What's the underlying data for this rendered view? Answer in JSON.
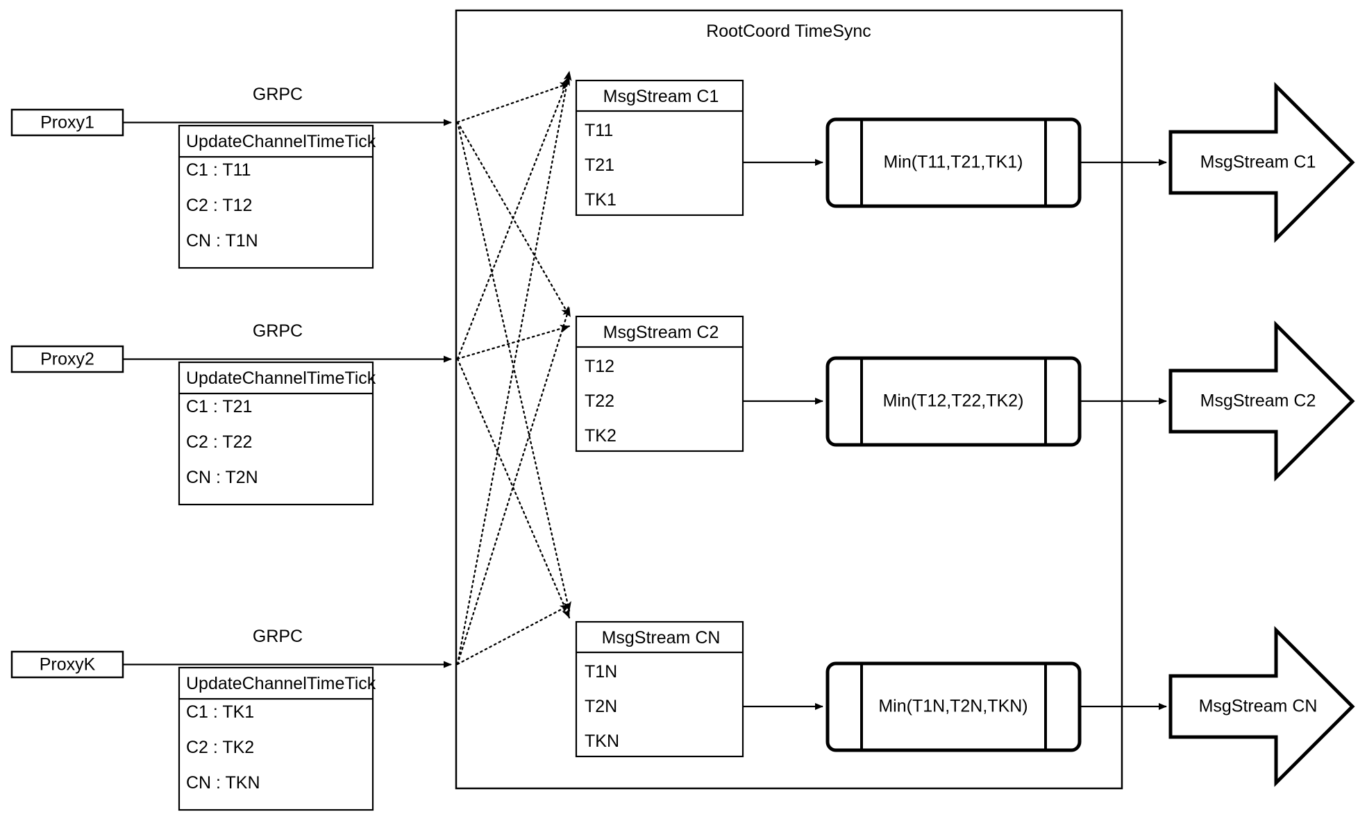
{
  "diagram": {
    "title": "RootCoord TimeSync",
    "container_label": "RootCoord TimeSync",
    "link_label": "GRPC",
    "proxies": [
      {
        "name": "Proxy1",
        "link_label": "GRPC",
        "table_header": "UpdateChannelTimeTick",
        "rows": [
          "C1 :  T11",
          "C2 :  T12",
          "CN : T1N"
        ]
      },
      {
        "name": "Proxy2",
        "link_label": "GRPC",
        "table_header": "UpdateChannelTimeTick",
        "rows": [
          "C1 :  T21",
          "C2 :  T22",
          "CN : T2N"
        ]
      },
      {
        "name": "ProxyK",
        "link_label": "GRPC",
        "table_header": "UpdateChannelTimeTick",
        "rows": [
          "C1 :  TK1",
          "C2 :  TK2",
          "CN : TKN"
        ]
      }
    ],
    "channels": [
      {
        "stream_header": "MsgStream C1",
        "stream_rows": [
          "T11",
          "T21",
          "TK1"
        ],
        "min_label": "Min(T11,T21,TK1)",
        "output_label": "MsgStream C1"
      },
      {
        "stream_header": "MsgStream C2",
        "stream_rows": [
          "T12",
          "T22",
          "TK2"
        ],
        "min_label": "Min(T12,T22,TK2)",
        "output_label": "MsgStream C2"
      },
      {
        "stream_header": "MsgStream CN",
        "stream_rows": [
          "T1N",
          "T2N",
          "TKN"
        ],
        "min_label": "Min(T1N,T2N,TKN)",
        "output_label": "MsgStream CN"
      }
    ],
    "colors": {
      "stroke": "#000000",
      "background": "#ffffff",
      "text": "#000000"
    }
  }
}
